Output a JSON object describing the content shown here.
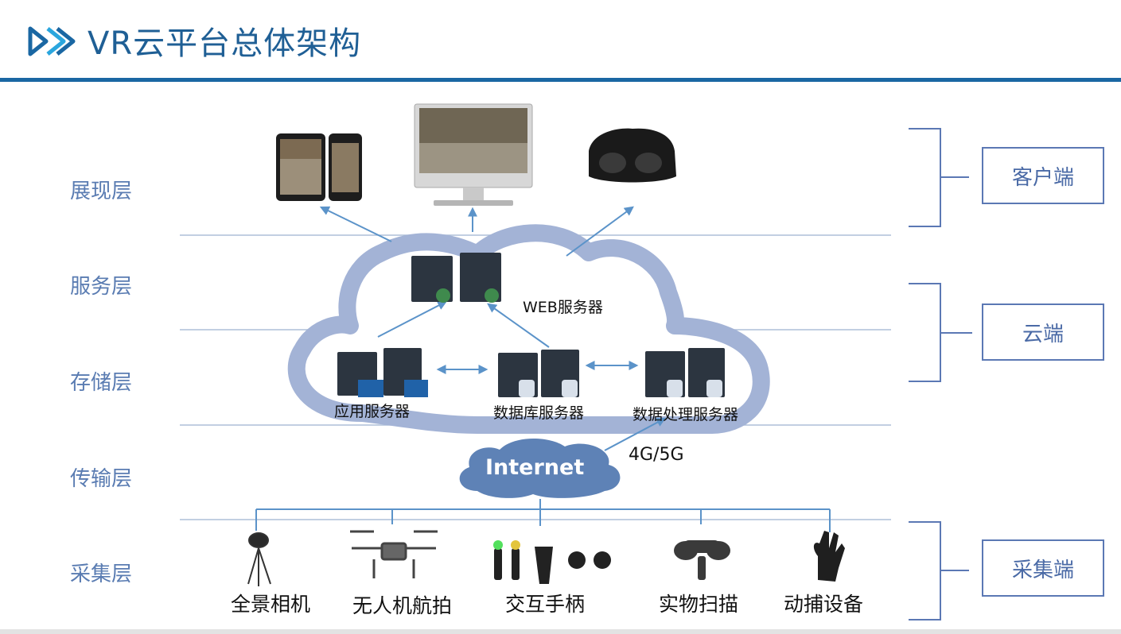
{
  "header": {
    "title": "VR云平台总体架构"
  },
  "layers": [
    "展现层",
    "服务层",
    "存储层",
    "传输层",
    "采集层"
  ],
  "sides": {
    "client": "客户端",
    "cloud": "云端",
    "collect": "采集端"
  },
  "servers": {
    "web": "WEB服务器",
    "app": "应用服务器",
    "db": "数据库服务器",
    "processing": "数据处理服务器"
  },
  "network": {
    "internet": "Internet",
    "mobile": "4G/5G"
  },
  "devices": [
    "全景相机",
    "无人机航拍",
    "交互手柄",
    "实物扫描",
    "动捕设备"
  ],
  "colors": {
    "title": "#1f5f95",
    "rule": "#1a67a3",
    "cloud_border": "#a3b3d6",
    "internet_cloud": "#5e82b6",
    "labels": "#5a7cb2"
  }
}
